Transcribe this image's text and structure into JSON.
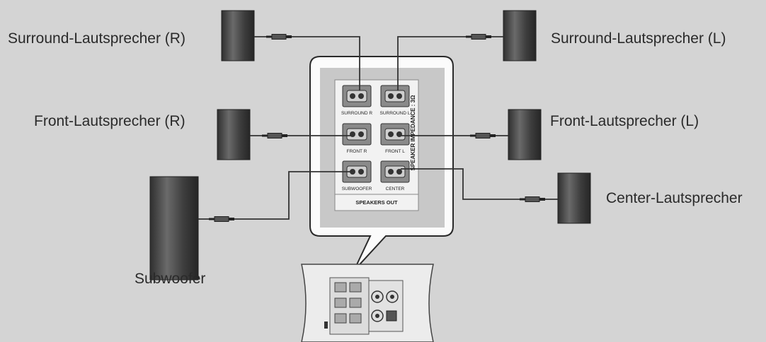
{
  "labels": {
    "surround_right": "Surround-Lautsprecher (R)",
    "surround_left": "Surround-Lautsprecher (L)",
    "front_right": "Front-Lautsprecher (R)",
    "front_left": "Front-Lautsprecher (L)",
    "center": "Center-Lautsprecher",
    "subwoofer": "Subwoofer"
  },
  "panel": {
    "terminals": {
      "surround_r": "SURROUND R",
      "surround_l": "SURROUND L",
      "front_r": "FRONT R",
      "front_l": "FRONT L",
      "subwoofer": "SUBWOOFER",
      "center": "CENTER"
    },
    "section_label": "SPEAKERS OUT",
    "impedance": "SPEAKER IMPEDANCE : 3Ω"
  },
  "colors": {
    "background": "#d4d4d4",
    "speaker_dark": "#3a3a3a",
    "speaker_mid": "#777777",
    "cable": "#333333"
  },
  "icons": {
    "speaker": "speaker-icon",
    "plug": "plug-icon",
    "terminal": "speaker-terminal-icon"
  }
}
